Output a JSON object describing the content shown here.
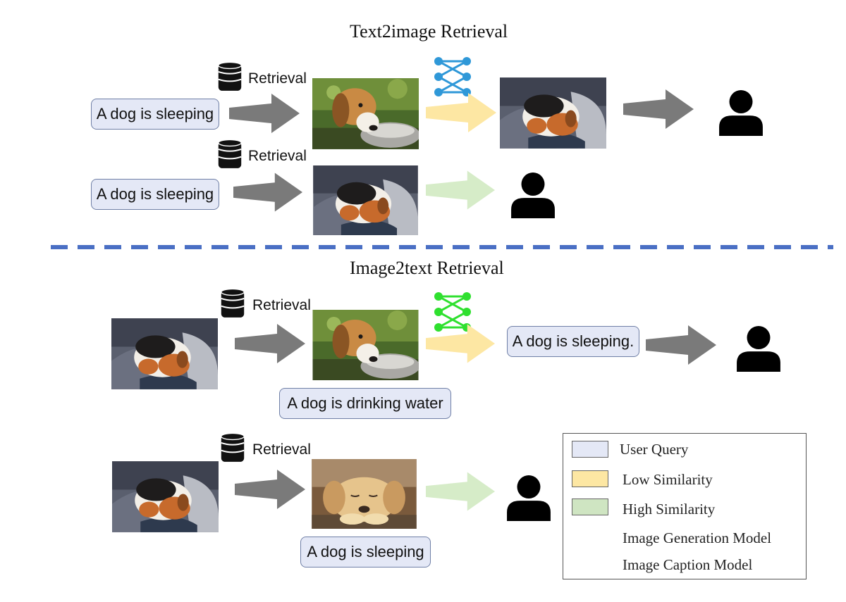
{
  "sections": {
    "text2image": {
      "title": "Text2image Retrieval",
      "row1": {
        "query": "A dog is sleeping",
        "retrieval_label": "Retrieval"
      },
      "row2": {
        "query": "A dog is sleeping",
        "retrieval_label": "Retrieval"
      }
    },
    "image2text": {
      "title": "Image2text Retrieval",
      "row1": {
        "retrieval_label": "Retrieval",
        "retrieved_caption": "A dog is drinking water",
        "generated_caption": "A dog is sleeping."
      },
      "row2": {
        "retrieval_label": "Retrieval",
        "retrieved_caption": "A dog is sleeping"
      }
    }
  },
  "legend": {
    "items": [
      {
        "label": "User Query",
        "color": "#e4e8f6"
      },
      {
        "label": "Low Similarity",
        "color": "#fde7a3"
      },
      {
        "label": "High Similarity",
        "color": "#cfe5c2"
      },
      {
        "label": "Image Generation Model",
        "icon": "neural-net-icon",
        "color": "#2f98d8"
      },
      {
        "label": "Image Caption Model",
        "icon": "neural-net-icon",
        "color": "#2fe02f"
      }
    ]
  },
  "colors": {
    "divider": "#4a6fc4",
    "gray_arrow": "#7a7a7a",
    "low_similarity_arrow": "#fde7a3",
    "high_similarity_arrow": "#d6ecc8",
    "generation_model": "#2f98d8",
    "caption_model": "#2fe02f",
    "query_fill": "#e4e8f6",
    "query_border": "#6f7fa6"
  }
}
